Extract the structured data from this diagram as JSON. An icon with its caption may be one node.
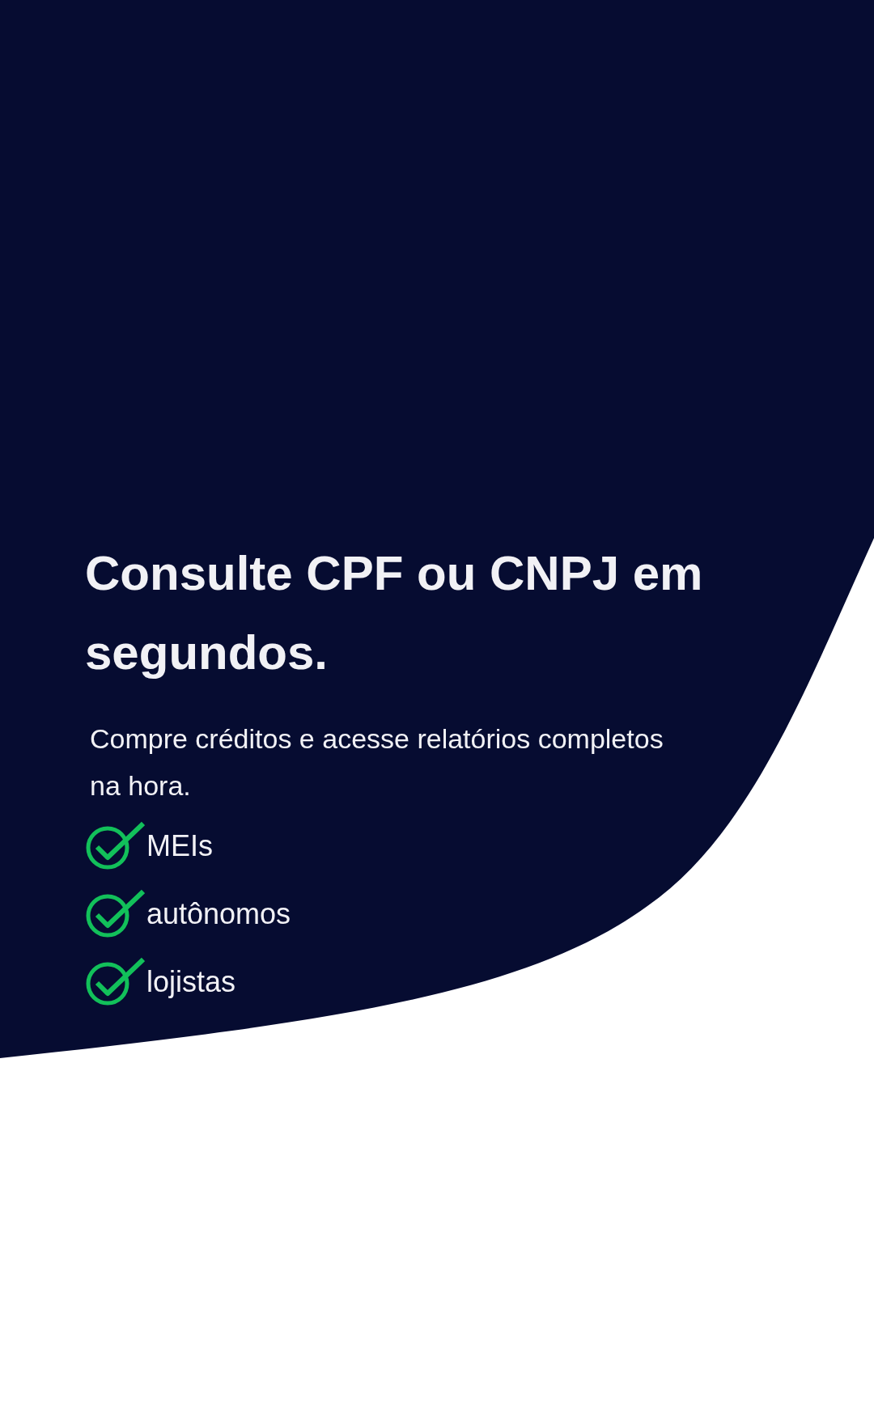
{
  "diagram": {
    "title": "Consulte CPF ou CNPJ em segundos.",
    "labels": [
      "Compre créditos e acesse relatórios completos na hora.",
      "MEIs",
      "autônomos",
      "lojistas"
    ]
  }
}
